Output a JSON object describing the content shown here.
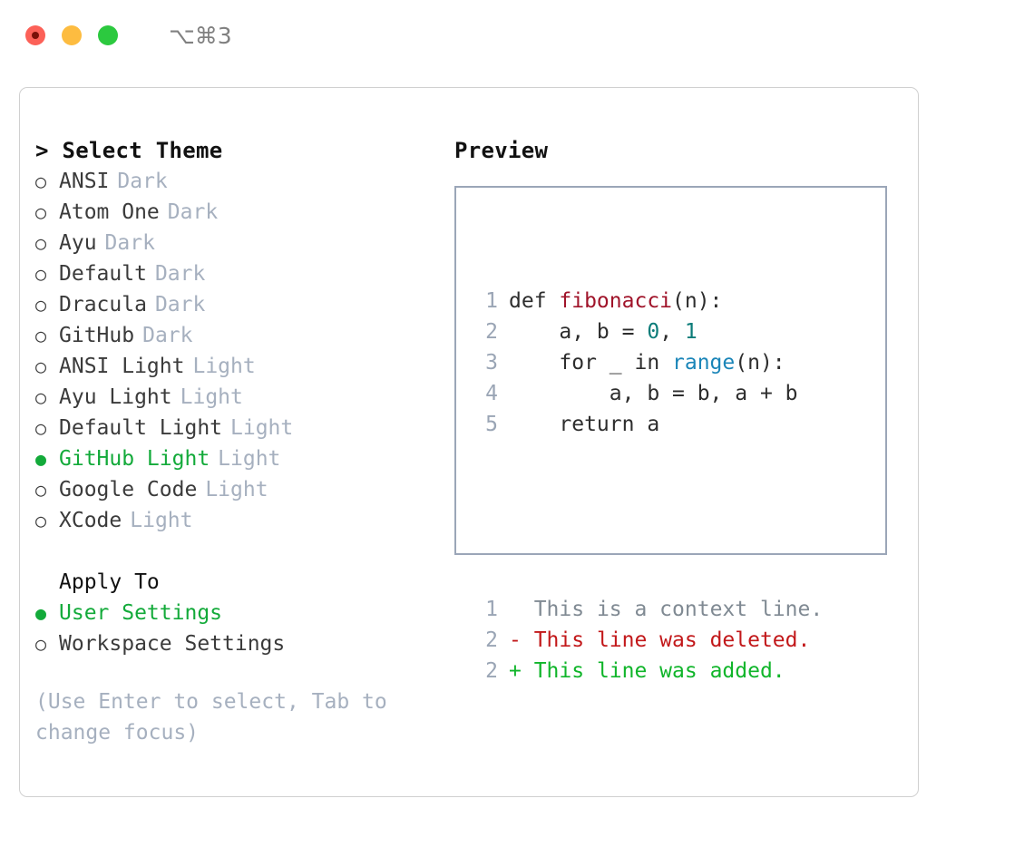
{
  "titlebar": {
    "traffic_lights": [
      "close-red",
      "minimize-yellow",
      "maximize-green"
    ],
    "shortcut": "⌥⌘3"
  },
  "left": {
    "header": "> Select Theme",
    "themes": [
      {
        "bullet": "○",
        "name": "ANSI",
        "category": "Dark",
        "selected": false
      },
      {
        "bullet": "○",
        "name": "Atom One",
        "category": "Dark",
        "selected": false
      },
      {
        "bullet": "○",
        "name": "Ayu",
        "category": "Dark",
        "selected": false
      },
      {
        "bullet": "○",
        "name": "Default",
        "category": "Dark",
        "selected": false
      },
      {
        "bullet": "○",
        "name": "Dracula",
        "category": "Dark",
        "selected": false
      },
      {
        "bullet": "○",
        "name": "GitHub",
        "category": "Dark",
        "selected": false
      },
      {
        "bullet": "○",
        "name": "ANSI Light",
        "category": "Light",
        "selected": false
      },
      {
        "bullet": "○",
        "name": "Ayu Light",
        "category": "Light",
        "selected": false
      },
      {
        "bullet": "○",
        "name": "Default Light",
        "category": "Light",
        "selected": false
      },
      {
        "bullet": "●",
        "name": "GitHub Light",
        "category": "Light",
        "selected": true
      },
      {
        "bullet": "○",
        "name": "Google Code",
        "category": "Light",
        "selected": false
      },
      {
        "bullet": "○",
        "name": "XCode",
        "category": "Light",
        "selected": false
      }
    ],
    "apply_to_title": "Apply To",
    "apply_to_options": [
      {
        "bullet": "●",
        "label": "User Settings",
        "selected": true
      },
      {
        "bullet": "○",
        "label": "Workspace Settings",
        "selected": false
      }
    ],
    "hint": "(Use Enter to select, Tab to change focus)"
  },
  "right": {
    "preview_title": "Preview",
    "code_lines": [
      {
        "num": "1",
        "tokens": [
          {
            "t": "def ",
            "c": "tok-def"
          },
          {
            "t": "fibonacci",
            "c": "tok-fn"
          },
          {
            "t": "(n):",
            "c": "tok-punct"
          }
        ]
      },
      {
        "num": "2",
        "tokens": [
          {
            "t": "    a, b = ",
            "c": "code-text"
          },
          {
            "t": "0",
            "c": "tok-num"
          },
          {
            "t": ", ",
            "c": "code-text"
          },
          {
            "t": "1",
            "c": "tok-num"
          }
        ]
      },
      {
        "num": "3",
        "tokens": [
          {
            "t": "    for _ in ",
            "c": "code-text"
          },
          {
            "t": "range",
            "c": "tok-builtin"
          },
          {
            "t": "(n):",
            "c": "tok-punct"
          }
        ]
      },
      {
        "num": "4",
        "tokens": [
          {
            "t": "        a, b = b, a + b",
            "c": "code-text"
          }
        ]
      },
      {
        "num": "5",
        "tokens": [
          {
            "t": "    return a",
            "c": "code-text"
          }
        ]
      }
    ],
    "diff_lines": [
      {
        "num": "1",
        "marker": "  ",
        "text": "This is a context line.",
        "cls": "diff-ctx"
      },
      {
        "num": "2",
        "marker": "- ",
        "text": "This line was deleted.",
        "cls": "diff-del"
      },
      {
        "num": "2",
        "marker": "+ ",
        "text": "This line was added.",
        "cls": "diff-add"
      }
    ]
  },
  "colors": {
    "selected_green": "#13aa3a",
    "muted_blue_gray": "#a6b0bf",
    "line_number": "#9aa5b5",
    "preview_border": "#9ba6b8",
    "panel_border": "#d0d0d0",
    "token_function": "#a0142a",
    "token_number": "#0b7c79",
    "token_builtin": "#1a85b8",
    "diff_deleted": "#c2181a",
    "diff_added": "#10b52a",
    "diff_context": "#808a93"
  }
}
